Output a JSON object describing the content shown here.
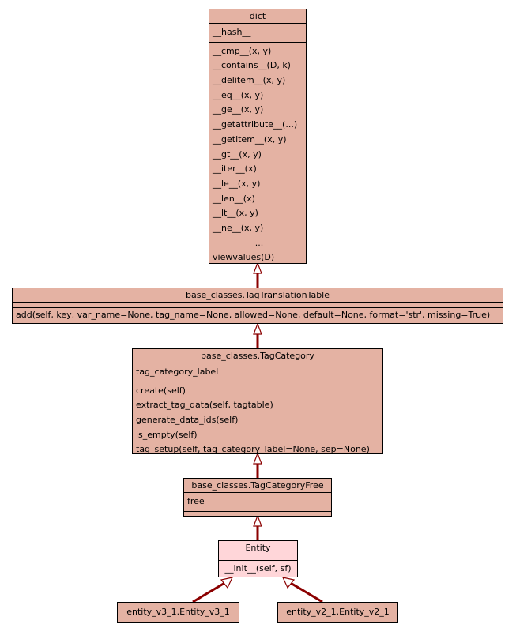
{
  "dict": {
    "title": "dict",
    "attrs": [
      "__hash__"
    ],
    "methods": [
      "__cmp__(x, y)",
      "__contains__(D, k)",
      "__delitem__(x, y)",
      "__eq__(x, y)",
      "__ge__(x, y)",
      "__getattribute__(...)",
      "__getitem__(x, y)",
      "__gt__(x, y)",
      "__iter__(x)",
      "__le__(x, y)",
      "__len__(x)",
      "__lt__(x, y)",
      "__ne__(x, y)",
      "...",
      "viewvalues(D)"
    ]
  },
  "ttt": {
    "title": "base_classes.TagTranslationTable",
    "methods": [
      "add(self, key, var_name=None, tag_name=None, allowed=None, default=None, format='str', missing=True)"
    ]
  },
  "tc": {
    "title": "base_classes.TagCategory",
    "attrs": [
      "tag_category_label"
    ],
    "methods": [
      "create(self)",
      "extract_tag_data(self, tagtable)",
      "generate_data_ids(self)",
      "is_empty(self)",
      "tag_setup(self, tag_category_label=None, sep=None)"
    ]
  },
  "tcf": {
    "title": "base_classes.TagCategoryFree",
    "attrs": [
      "free"
    ]
  },
  "entity": {
    "title": "Entity",
    "methods": [
      "__init__(self, sf)"
    ]
  },
  "v3": {
    "title": "entity_v3_1.Entity_v3_1"
  },
  "v2": {
    "title": "entity_v2_1.Entity_v2_1"
  },
  "colors": {
    "class_fill": "#e4b2a3",
    "highlight_fill": "#ffd6d9",
    "edge": "#8b0000"
  }
}
